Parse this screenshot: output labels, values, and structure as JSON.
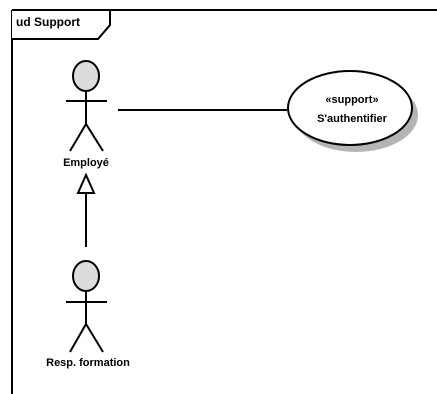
{
  "diagram": {
    "type": "UML use case diagram",
    "frame_title": "ud Support",
    "actors": [
      {
        "id": "employe",
        "label": "Employé"
      },
      {
        "id": "resp_formation",
        "label": "Resp. formation"
      }
    ],
    "use_cases": [
      {
        "id": "authentifier",
        "stereotype": "«support»",
        "name": "S'authentifier"
      }
    ],
    "relationships": [
      {
        "type": "association",
        "from": "employe",
        "to": "authentifier"
      },
      {
        "type": "generalization",
        "from": "resp_formation",
        "to": "employe"
      }
    ]
  },
  "colors": {
    "line": "#000000",
    "actor_head_fill": "#dcdcdc",
    "usecase_fill": "#ffffff",
    "usecase_shadow": "#b4b4b4",
    "background": "#ffffff"
  }
}
